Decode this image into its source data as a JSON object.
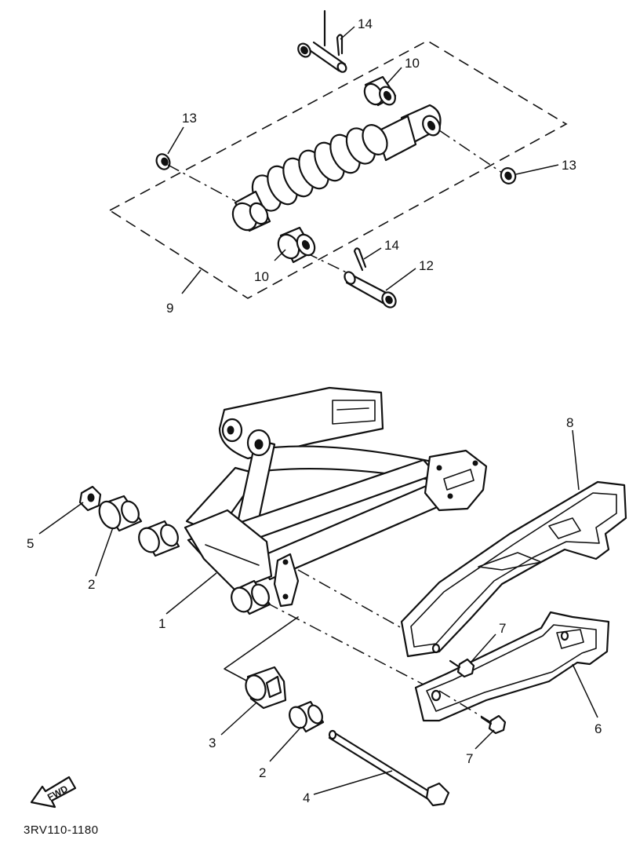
{
  "diagram": {
    "part_code": "3RV110-1180",
    "direction_label": "FWD",
    "callouts": [
      {
        "id": "c14a",
        "label": "14"
      },
      {
        "id": "c10a",
        "label": "10"
      },
      {
        "id": "c13a",
        "label": "13"
      },
      {
        "id": "c13b",
        "label": "13"
      },
      {
        "id": "c14b",
        "label": "14"
      },
      {
        "id": "c12",
        "label": "12"
      },
      {
        "id": "c10b",
        "label": "10"
      },
      {
        "id": "c9",
        "label": "9"
      },
      {
        "id": "c8",
        "label": "8"
      },
      {
        "id": "c5",
        "label": "5"
      },
      {
        "id": "c2a",
        "label": "2"
      },
      {
        "id": "c1",
        "label": "1"
      },
      {
        "id": "c7a",
        "label": "7"
      },
      {
        "id": "c6",
        "label": "6"
      },
      {
        "id": "c3",
        "label": "3"
      },
      {
        "id": "c2b",
        "label": "2"
      },
      {
        "id": "c7b",
        "label": "7"
      },
      {
        "id": "c4",
        "label": "4"
      }
    ]
  }
}
